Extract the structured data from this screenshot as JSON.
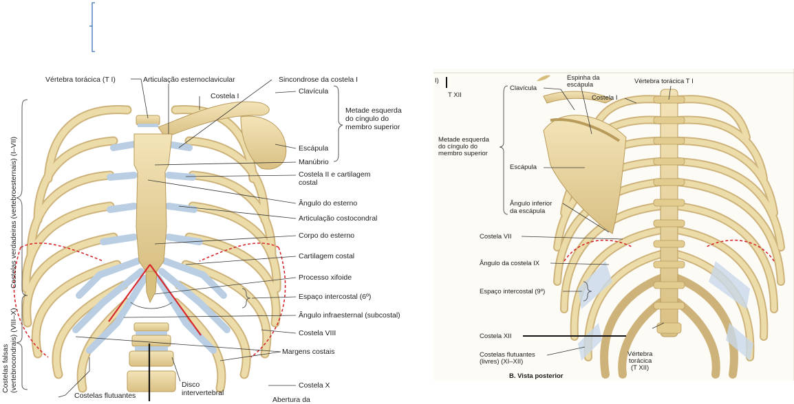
{
  "panel_a": {
    "labels": {
      "vertebra": "Vértebra torácica (T I)",
      "art_esternoclavicular": "Articulação esternoclavicular",
      "sincondrose": "Sincondrose da costela I",
      "costela_i": "Costela I",
      "clavicula": "Clavícula",
      "metade_line1": "Metade esquerda",
      "metade_line2": "do cíngulo do",
      "metade_line3": "membro superior",
      "escapula": "Escápula",
      "manubrio": "Manúbrio",
      "costela_ii_1": "Costela II e cartilagem",
      "costela_ii_2": "costal",
      "angulo_esterno": "Ângulo do esterno",
      "art_costocondral": "Articulação costocondral",
      "corpo_esterno": "Corpo do esterno",
      "cartilagem_costal": "Cartilagem costal",
      "processo_xifoide": "Processo xifoide",
      "espaco_intercostal": "Espaço intercostal (6º)",
      "angulo_infraesternal": "Ângulo infraesternal (subcostal)",
      "costela_viii": "Costela VIII",
      "margens_costais": "Margens costais",
      "costela_x": "Costela X",
      "disco_1": "Disco",
      "disco_2": "intervertebral",
      "costelas_flutuantes": "Costelas flutuantes",
      "abertura": "Abertura da",
      "costelas_verdadeiras": "Costelas verdadeiras (vertebroesternais) (I–VII)",
      "costelas_falsas_1": "Costelas falsas",
      "costelas_falsas_2": "(vertebrocondrais) (VIII–X)"
    }
  },
  "panel_b": {
    "labels": {
      "top_clipped": "I)",
      "txii_top": "T XII",
      "espinha_1": "Espinha da",
      "espinha_2": "escápula",
      "vertebra_ti": "Vértebra torácica T I",
      "clavicula": "Clavícula",
      "costela_i": "Costela I",
      "metade_1": "Metade esquerda",
      "metade_2": "do cíngulo do",
      "metade_3": "membro superior",
      "escapula": "Escápula",
      "angulo_inf_1": "Ângulo inferior",
      "angulo_inf_2": "da escápula",
      "costela_vii": "Costela VII",
      "angulo_ix": "Ângulo da costela IX",
      "espaco_9": "Espaço intercostal (9º)",
      "costela_xii": "Costela XII",
      "flutuantes_1": "Costelas flutuantes",
      "flutuantes_2": "(livres) (XI–XII)",
      "vert_xii_1": "Vértebra",
      "vert_xii_2": "torácica",
      "vert_xii_3": "(T XII)",
      "caption": "B. Vista posterior"
    }
  },
  "colors": {
    "bone": "#e9d6a0",
    "bone_stroke": "#b89a5a",
    "cartilage": "#b9cde3",
    "red": "#d8262b",
    "line": "#333333"
  }
}
